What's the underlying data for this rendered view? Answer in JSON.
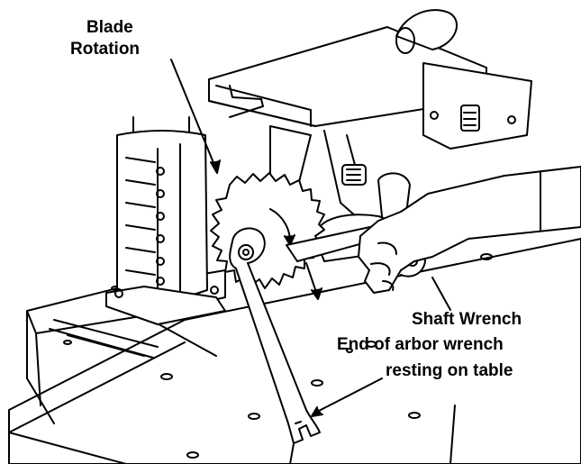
{
  "labels": {
    "blade_rotation_line1": "Blade",
    "blade_rotation_line2": "Rotation",
    "shaft_wrench": "Shaft Wrench",
    "end_of_arbor_line1": "End of arbor wrench",
    "end_of_arbor_line2": "resting on table"
  },
  "colors": {
    "ink": "#000000",
    "paper": "#ffffff"
  }
}
